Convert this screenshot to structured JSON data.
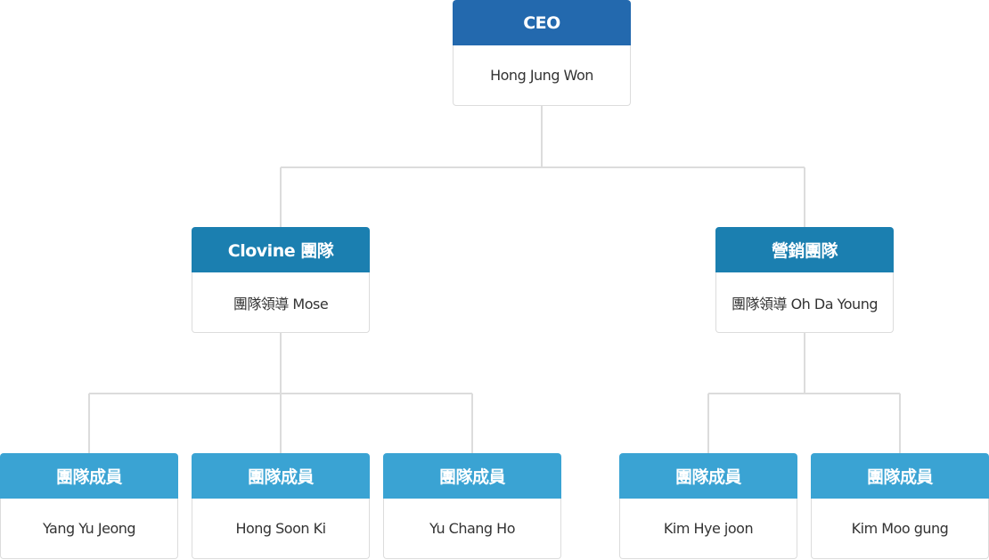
{
  "colors": {
    "ceo_header": "#2369ae",
    "team_header": "#1b7fb0",
    "member_header": "#3aa3d3",
    "connector": "#dcdcdc",
    "body_border": "#dcdcdc",
    "body_text": "#333333"
  },
  "ceo": {
    "title": "CEO",
    "name": "Hong Jung Won"
  },
  "clovine_team": {
    "title": "Clovine 團隊",
    "leader": "團隊領導 Mose"
  },
  "marketing_team": {
    "title": "營銷團隊",
    "leader": "團隊領導 Oh Da Young"
  },
  "clovine_members": [
    {
      "title": "團隊成員",
      "name": "Yang Yu Jeong"
    },
    {
      "title": "團隊成員",
      "name": "Hong Soon Ki"
    },
    {
      "title": "團隊成員",
      "name": "Yu Chang Ho"
    }
  ],
  "marketing_members": [
    {
      "title": "團隊成員",
      "name": "Kim Hye joon"
    },
    {
      "title": "團隊成員",
      "name": "Kim Moo gung"
    }
  ]
}
